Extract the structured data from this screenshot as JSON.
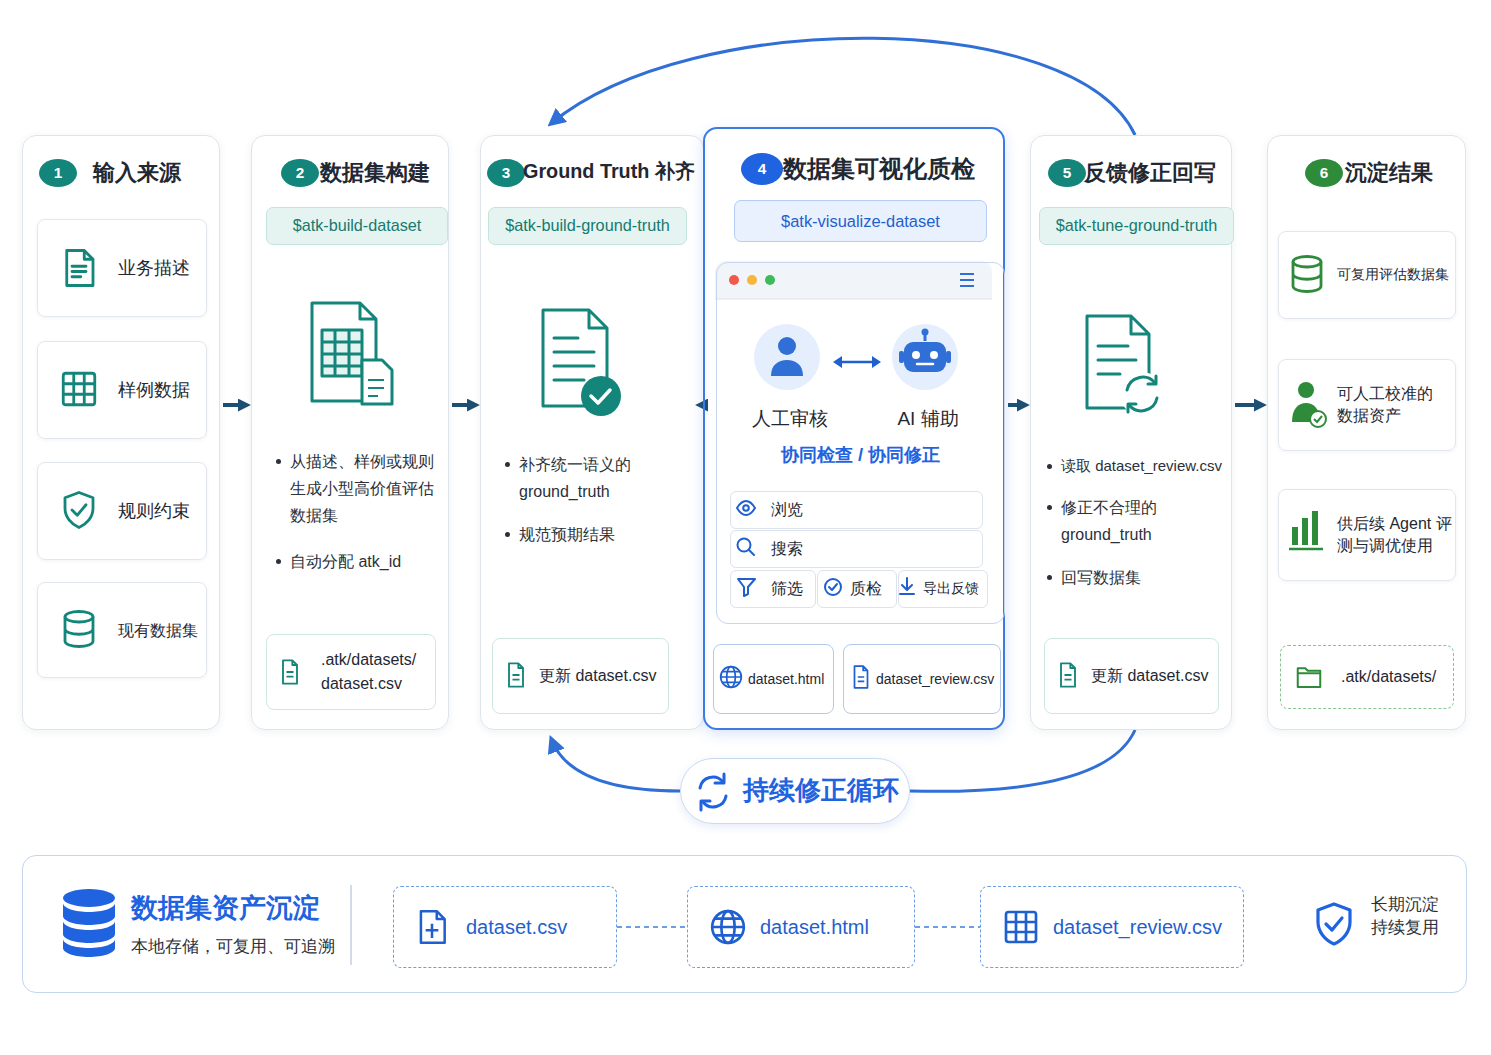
{
  "diagram": {
    "nodes": [
      {
        "text": [
          "输入来源"
        ]
      },
      {
        "text": [
          "1"
        ],
        "in": 0
      },
      {
        "text": [
          "业务描述"
        ],
        "in": 0
      },
      {
        "text": [
          "样例数据"
        ],
        "in": 0
      },
      {
        "text": [
          "规则约束"
        ],
        "in": 0
      },
      {
        "text": [
          "现有数据集"
        ],
        "in": 0
      },
      {
        "text": [
          "数据集构建",
          "从描述、样例或规则生成小型高价值评估数据集",
          "自动分配 atk_id"
        ]
      },
      {
        "text": [
          "2"
        ],
        "in": 6
      },
      {
        "text": [
          "$atk-build-dataset"
        ],
        "in": 6
      },
      {
        "text": [
          ".atk/datasets/ dataset.csv"
        ],
        "in": 6
      },
      {
        "text": [
          "Ground Truth 补齐",
          "补齐统一语义的 ground_truth",
          "规范预期结果"
        ]
      },
      {
        "text": [
          "3"
        ],
        "in": 10
      },
      {
        "text": [
          "$atk-build-ground-truth"
        ],
        "in": 10
      },
      {
        "text": [
          "更新 dataset.csv"
        ],
        "in": 10
      },
      {
        "text": [
          "数据集可视化质检"
        ]
      },
      {
        "text": [
          "4"
        ],
        "in": 14
      },
      {
        "text": [
          "$atk-visualize-dataset"
        ],
        "in": 14
      },
      {
        "text": [
          "人工审核",
          "AI 辅助",
          "协同检查 / 协同修正"
        ],
        "in": 14
      },
      {
        "text": [
          "浏览"
        ],
        "in": 17
      },
      {
        "text": [
          "搜索"
        ],
        "in": 17
      },
      {
        "text": [
          "筛选"
        ],
        "in": 17
      },
      {
        "text": [
          "质检"
        ],
        "in": 17
      },
      {
        "text": [
          "导出反馈"
        ],
        "in": 17
      },
      {
        "text": [
          "dataset.html"
        ],
        "in": 14
      },
      {
        "text": [
          "dataset_review.csv"
        ],
        "in": 14
      },
      {
        "text": [
          "反馈修正回写",
          "读取 dataset_review.csv",
          "修正不合理的 ground_truth",
          "回写数据集"
        ]
      },
      {
        "text": [
          "5"
        ],
        "in": 25
      },
      {
        "text": [
          "$atk-tune-ground-truth"
        ],
        "in": 25
      },
      {
        "text": [
          "更新 dataset.csv"
        ],
        "in": 25
      },
      {
        "text": [
          "沉淀结果"
        ]
      },
      {
        "text": [
          "6"
        ],
        "in": 29
      },
      {
        "text": [
          "可复用评估数据集"
        ],
        "in": 29
      },
      {
        "text": [
          "可人工校准的 数据资产"
        ],
        "in": 29
      },
      {
        "text": [
          "供后续 Agent 评测与调优使用"
        ],
        "in": 29
      },
      {
        "text": [
          ".atk/datasets/"
        ],
        "in": 29
      },
      {
        "text": [
          "持续修正循环"
        ]
      },
      {
        "text": [
          "数据集资产沉淀",
          "本地存储，可复用、可追溯",
          "长期沉淀 持续复用"
        ]
      },
      {
        "text": [
          "dataset.csv"
        ],
        "in": 36
      },
      {
        "text": [
          "dataset.html"
        ],
        "in": 36
      },
      {
        "text": [
          "dataset_review.csv"
        ],
        "in": 36
      }
    ],
    "edges": [
      {
        "from": 0,
        "to": 6,
        "arrow": "to"
      },
      {
        "from": 6,
        "to": 10,
        "arrow": "to"
      },
      {
        "from": 10,
        "to": 14,
        "arrow": "to"
      },
      {
        "from": 14,
        "to": 25,
        "arrow": "to"
      },
      {
        "from": 25,
        "to": 29,
        "arrow": "to"
      },
      {
        "from": 25,
        "to": 10,
        "arrow": "to"
      },
      {
        "from": 25,
        "to": 35,
        "arrow": "none"
      },
      {
        "from": 35,
        "to": 10,
        "arrow": "to"
      },
      {
        "from": 37,
        "to": 38,
        "arrow": "none"
      },
      {
        "from": 38,
        "to": 39,
        "arrow": "none"
      }
    ]
  }
}
